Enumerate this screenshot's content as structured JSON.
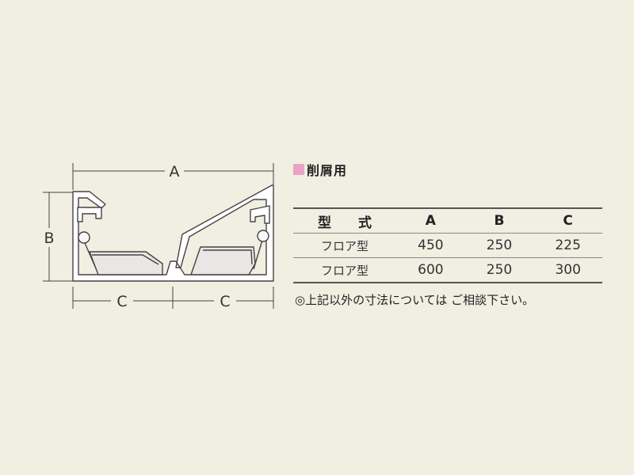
{
  "diagram": {
    "dimension_labels": {
      "A": "A",
      "B": "B",
      "C_left": "C",
      "C_right": "C"
    }
  },
  "section": {
    "title": "削屑用",
    "swatch_color": "#e9a3c5"
  },
  "table": {
    "headers": [
      "型　　式",
      "A",
      "B",
      "C"
    ],
    "rows": [
      [
        "フロア型",
        "450",
        "250",
        "225"
      ],
      [
        "フロア型",
        "600",
        "250",
        "300"
      ]
    ]
  },
  "note": "◎上記以外の寸法については ご相談下さい。"
}
